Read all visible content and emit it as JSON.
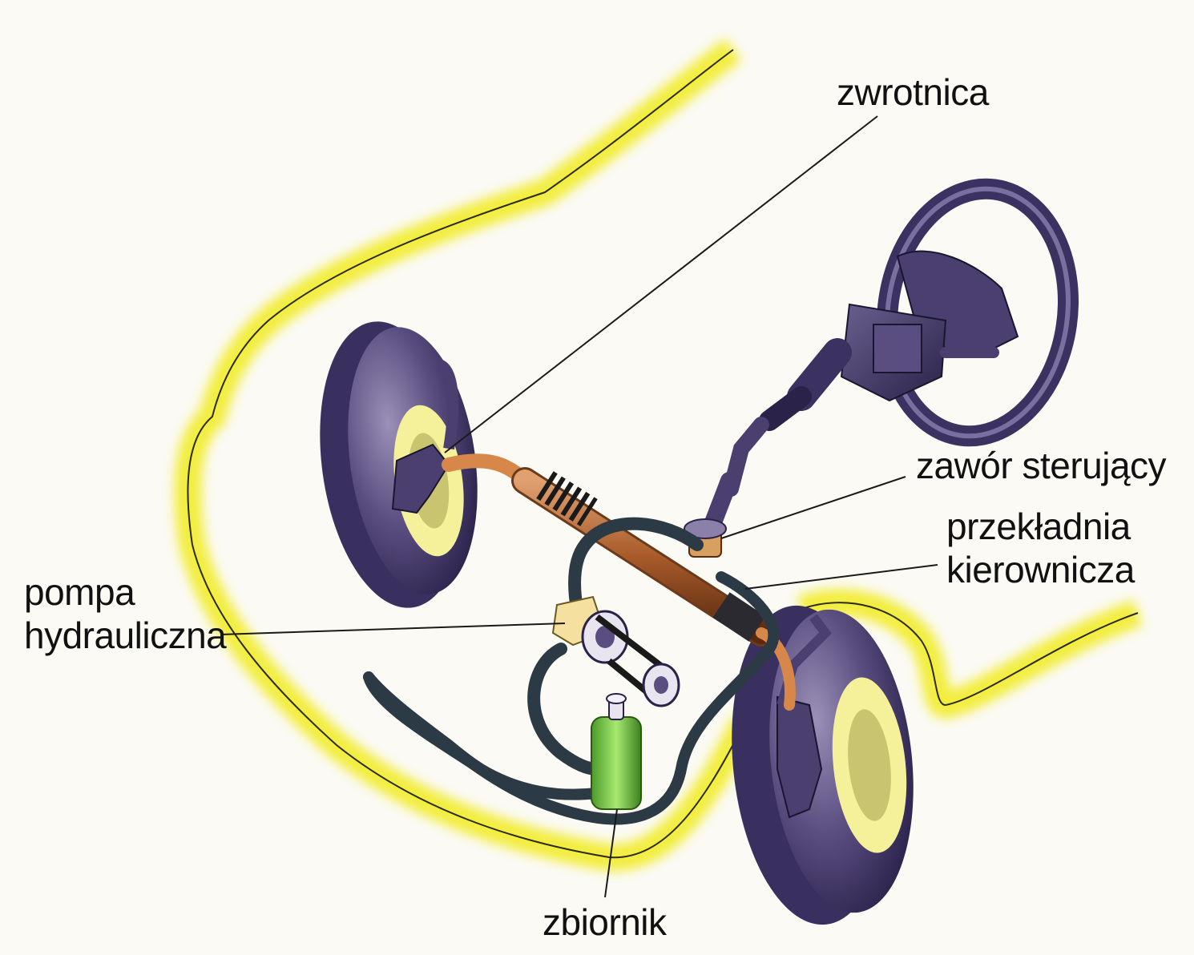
{
  "labels": {
    "zwrotnica": "zwrotnica",
    "zawor": "zawór sterujący",
    "przekladnia": [
      "przekładnia",
      "kierownicza"
    ],
    "pompa": [
      "pompa",
      "hydrauliczna"
    ],
    "zbiornik": "zbiornik"
  },
  "colors": {
    "car_outline": "#f2ec2a",
    "tire": "#4a3f6e",
    "tire_light": "#8a80aa",
    "rim": "#f4f19a",
    "hose": "#2c3a45",
    "rack": "#a85a2a",
    "reservoir": "#7ed048",
    "pump": "#f5e0a0",
    "leader": "#1a1a1a"
  }
}
